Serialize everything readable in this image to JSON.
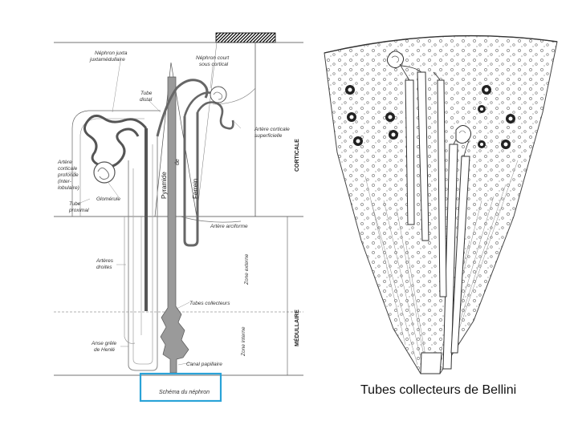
{
  "left_figure": {
    "labels": {
      "nephron_juxta": [
        "Néphron juxta",
        "juxtamédullaire"
      ],
      "nephron_court": [
        "Néphron court",
        "sous cortical"
      ],
      "tube_distal": [
        "Tube",
        "distal"
      ],
      "pyramide": "Pyramide",
      "de": "de",
      "ferrein": "Ferrein",
      "artere_superficielle": [
        "Artère corticale",
        "superficielle"
      ],
      "corticale": "CORTICALE",
      "artere_profonde": [
        "Artère",
        "corticale",
        "profonde",
        "(inter-",
        "lobulaire)"
      ],
      "glomerule": "Glomérule",
      "tube_proximal": [
        "Tube",
        "proximal"
      ],
      "artere_arciforme": "Artère arciforme",
      "arteres_droites": [
        "Artères",
        "droites"
      ],
      "zone_externe": "Zone externe",
      "tubes_collecteurs": "Tubes collecteurs",
      "medullaire": "MÉDULLAIRE",
      "anse_henle": [
        "Anse grêle",
        "de Henlé"
      ],
      "zone_interne": "Zone interne",
      "canal_papillaire": "Canal papillaire",
      "schema": "Schéma du néphron"
    }
  },
  "right_figure": {
    "caption": "Tubes collecteurs de Bellini"
  },
  "colors": {
    "highlight_box": "#2aa3d8",
    "tube_dark": "#555555",
    "tube_light": "#9a9a9a",
    "line": "#333333"
  }
}
